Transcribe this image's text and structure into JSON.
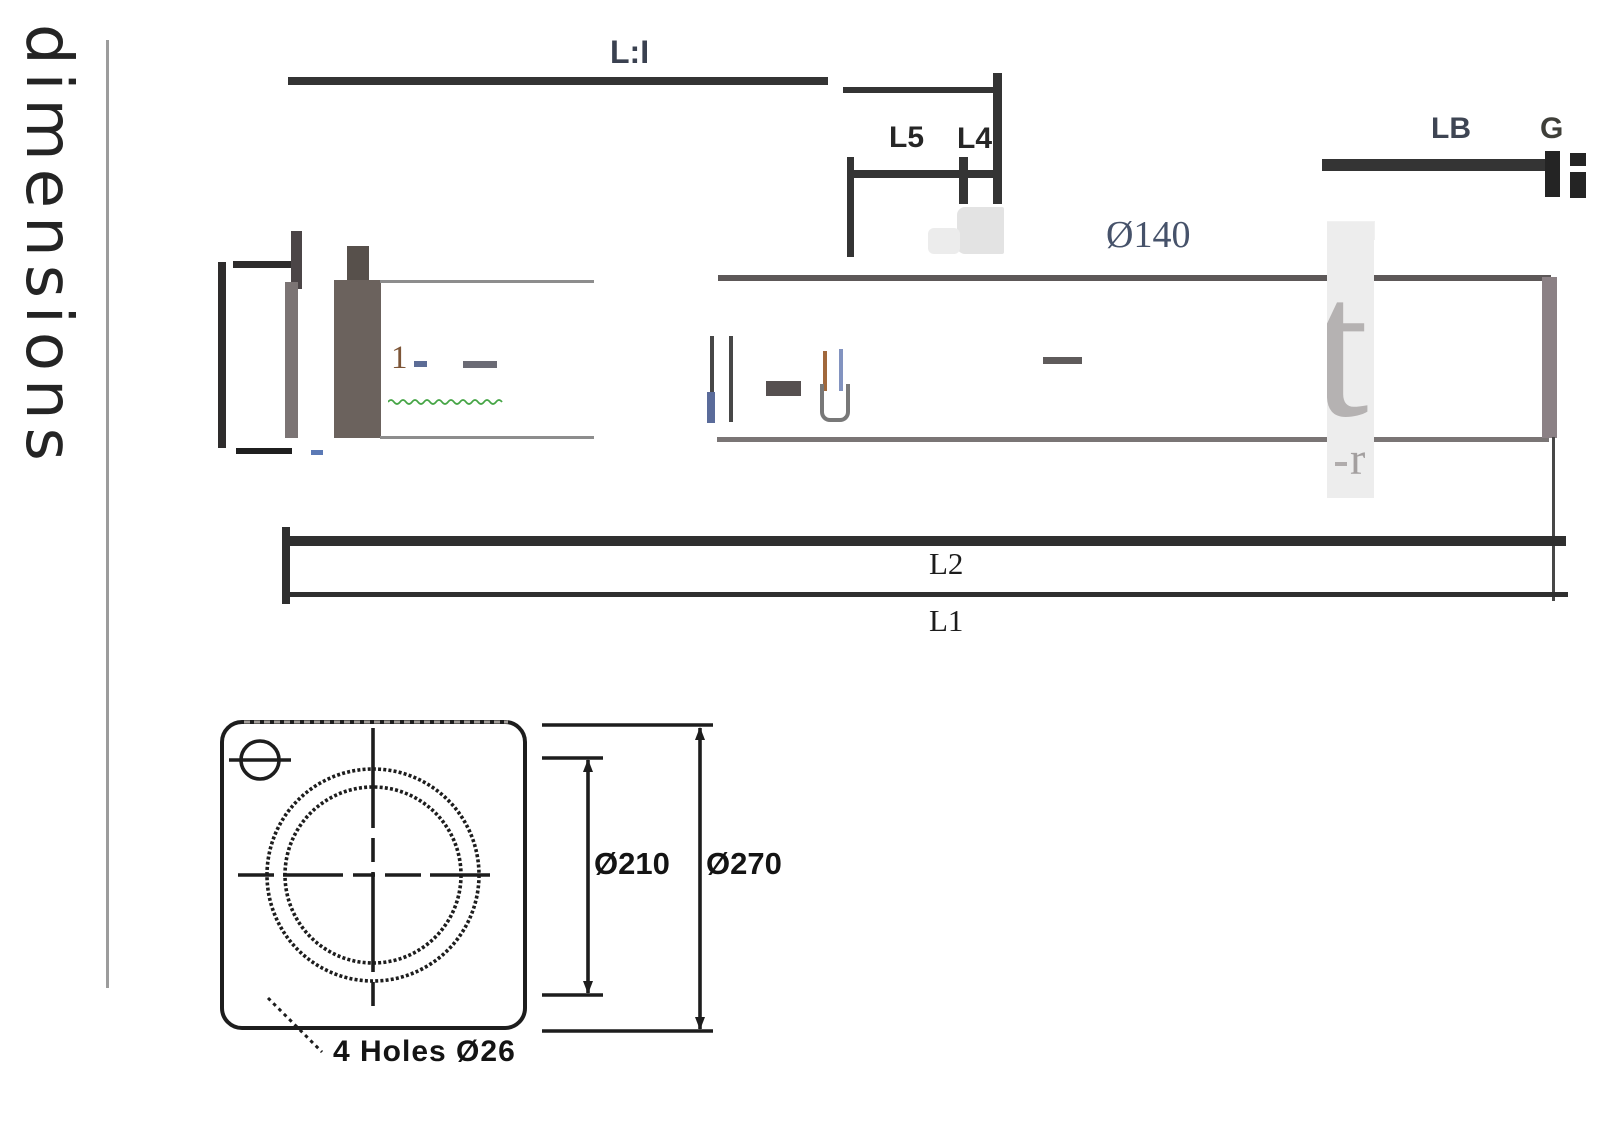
{
  "title": {
    "vertical_text": "dimensions"
  },
  "side_view": {
    "labels": {
      "top_length": "L:I",
      "l5": "L5",
      "l4": "L4",
      "lb": "LB",
      "g": "G",
      "body_diameter": "Ø140",
      "l2": "L2",
      "l1": "L1"
    },
    "artifacts": {
      "digit_mark": "1",
      "watermark_letter": "t",
      "watermark_small": "r"
    }
  },
  "flange_view": {
    "labels": {
      "bolt_circle_diameter": "Ø210",
      "flange_diameter": "Ø270",
      "holes_note": "4 Holes Ø26"
    }
  },
  "colors": {
    "ink": "#1d1d1d",
    "dim_line": "#343434",
    "outline_gray": "#8d8d8d",
    "outline_dark": "#5d5858",
    "block_dark": "#57504b",
    "block_medium": "#6b625d",
    "bar_gray": "#7b7474",
    "end_cap": "#8b8185",
    "watermark_bg": "#ededed",
    "watermark_fg": "#b5b2b2",
    "squiggle": "#46a546",
    "divider": "#9c9c9c"
  }
}
